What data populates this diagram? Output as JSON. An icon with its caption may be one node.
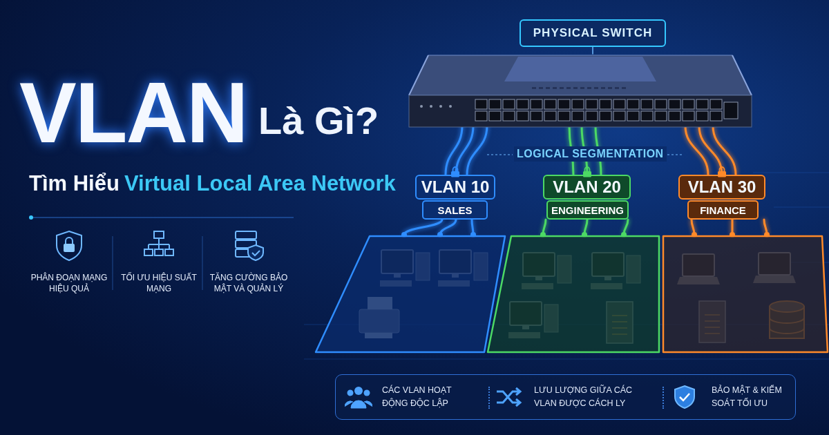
{
  "diagram": {
    "nodes": [
      {
        "text": [
          "PHYSICAL SWITCH"
        ]
      },
      {
        "text": [],
        "shape": "picture"
      },
      {
        "text": [
          "VLAN 10",
          "SALES"
        ]
      },
      {
        "text": [
          "VLAN 20",
          "ENGINEERING"
        ]
      },
      {
        "text": [
          "VLAN 30",
          "FINANCE"
        ]
      },
      {
        "text": [],
        "shape": "box"
      },
      {
        "text": [],
        "shape": "box"
      },
      {
        "text": [],
        "shape": "box"
      },
      {
        "text": [
          "CÁC VLAN HOẠT ĐỘNG ĐỘC LẬP",
          "LƯU LƯỢNG GIỮA CÁC VLAN ĐƯỢC CÁCH LY",
          "BẢO MẬT & KIỂM SOÁT TỐI ƯU"
        ]
      }
    ],
    "edges": [
      {
        "from": 0,
        "to": 1,
        "arrow": "none"
      },
      {
        "from": 1,
        "to": 2,
        "arrow": "none",
        "color": "#2f8dff"
      },
      {
        "from": 1,
        "to": 2,
        "arrow": "none",
        "color": "#2f8dff"
      },
      {
        "from": 1,
        "to": 2,
        "arrow": "none",
        "color": "#2f8dff"
      },
      {
        "from": 2,
        "to": 5,
        "arrow": "other",
        "color": "#2f8dff"
      },
      {
        "from": 2,
        "to": 5,
        "arrow": "other",
        "color": "#2f8dff"
      },
      {
        "from": 2,
        "to": 5,
        "arrow": "other",
        "color": "#2f8dff"
      },
      {
        "from": 1,
        "to": 3,
        "arrow": "none",
        "color": "#4cd964"
      },
      {
        "from": 1,
        "to": 3,
        "arrow": "none",
        "color": "#4cd964"
      },
      {
        "from": 1,
        "to": 3,
        "arrow": "none",
        "color": "#4cd964"
      },
      {
        "from": 3,
        "to": 6,
        "arrow": "other",
        "color": "#4cd964"
      },
      {
        "from": 3,
        "to": 6,
        "arrow": "other",
        "color": "#4cd964"
      },
      {
        "from": 3,
        "to": 6,
        "arrow": "other",
        "color": "#4cd964"
      },
      {
        "from": 1,
        "to": 4,
        "arrow": "none",
        "color": "#ff8a2a"
      },
      {
        "from": 1,
        "to": 4,
        "arrow": "none",
        "color": "#ff8a2a"
      },
      {
        "from": 1,
        "to": 4,
        "arrow": "none",
        "color": "#ff8a2a"
      },
      {
        "from": 4,
        "to": 7,
        "arrow": "other",
        "color": "#ff8a2a"
      },
      {
        "from": 4,
        "to": 7,
        "arrow": "other",
        "color": "#ff8a2a"
      },
      {
        "from": 4,
        "to": 7,
        "arrow": "other",
        "color": "#ff8a2a"
      }
    ],
    "labels": [
      "VLAN",
      "Là Gì?",
      "Tìm Hiểu",
      "Virtual Local Area Network",
      "PHÂN ĐOẠN MẠNG HIỆU QUẢ",
      "TỐI ƯU HIỆU SUẤT MẠNG",
      "TĂNG CƯỜNG BẢO MẬT VÀ QUẢN LÝ",
      "LOGICAL SEGMENTATION"
    ]
  }
}
